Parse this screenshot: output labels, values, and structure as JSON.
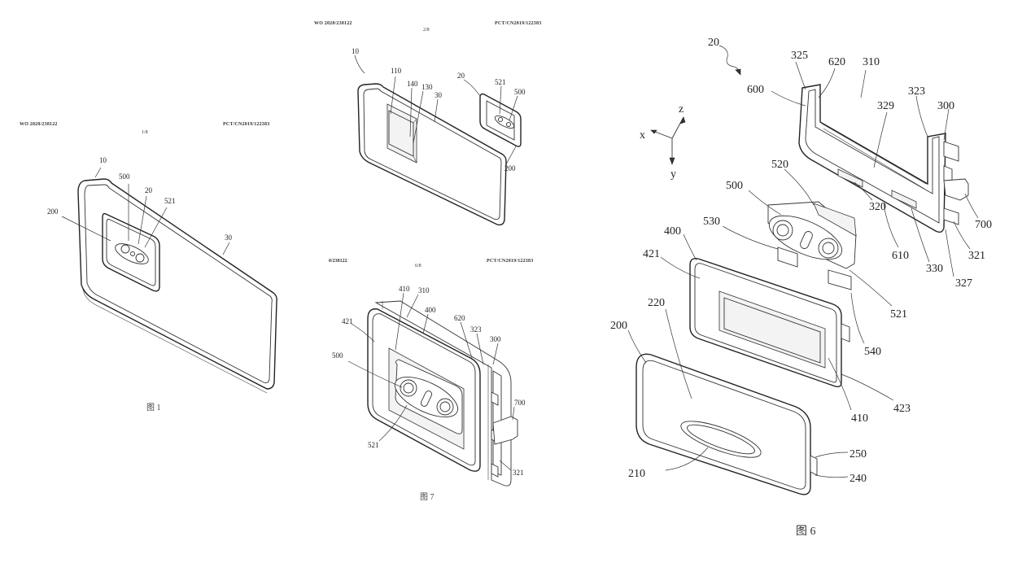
{
  "sheet1": {
    "pub_no": "WO 2020/238122",
    "page": "1/8",
    "app_no": "PCT/CN2019/122383",
    "caption": "图 1",
    "refs": {
      "r10": "10",
      "r500": "500",
      "r20": "20",
      "r521": "521",
      "r200": "200",
      "r30": "30"
    }
  },
  "sheet2": {
    "pub_no": "WO 2020/238122",
    "page": "2/8",
    "app_no": "PCT/CN2019/122383",
    "refs": {
      "r10": "10",
      "r110": "110",
      "r140": "140",
      "r130": "130",
      "r30": "30",
      "r20": "20",
      "r521": "521",
      "r500": "500",
      "r200": "200"
    }
  },
  "sheet3": {
    "pub_no": "0/238122",
    "page": "6/8",
    "app_no": "PCT/CN2019/122383",
    "caption": "图 7",
    "refs": {
      "r410": "410",
      "r310": "310",
      "r400": "400",
      "r421": "421",
      "r620": "620",
      "r323": "323",
      "r300": "300",
      "r500": "500",
      "r700": "700",
      "r521": "521",
      "r321": "321"
    }
  },
  "sheet4": {
    "caption": "图 6",
    "axes": {
      "x": "x",
      "y": "y",
      "z": "z"
    },
    "refs": {
      "r20": "20",
      "r325": "325",
      "r620": "620",
      "r310": "310",
      "r600": "600",
      "r323": "323",
      "r329": "329",
      "r300": "300",
      "r520": "520",
      "r500": "500",
      "r320": "320",
      "r700": "700",
      "r530": "530",
      "r610": "610",
      "r330": "330",
      "r321": "321",
      "r400": "400",
      "r327": "327",
      "r421": "421",
      "r521": "521",
      "r220": "220",
      "r540": "540",
      "r200": "200",
      "r410": "410",
      "r423": "423",
      "r250": "250",
      "r210": "210",
      "r240": "240"
    }
  }
}
